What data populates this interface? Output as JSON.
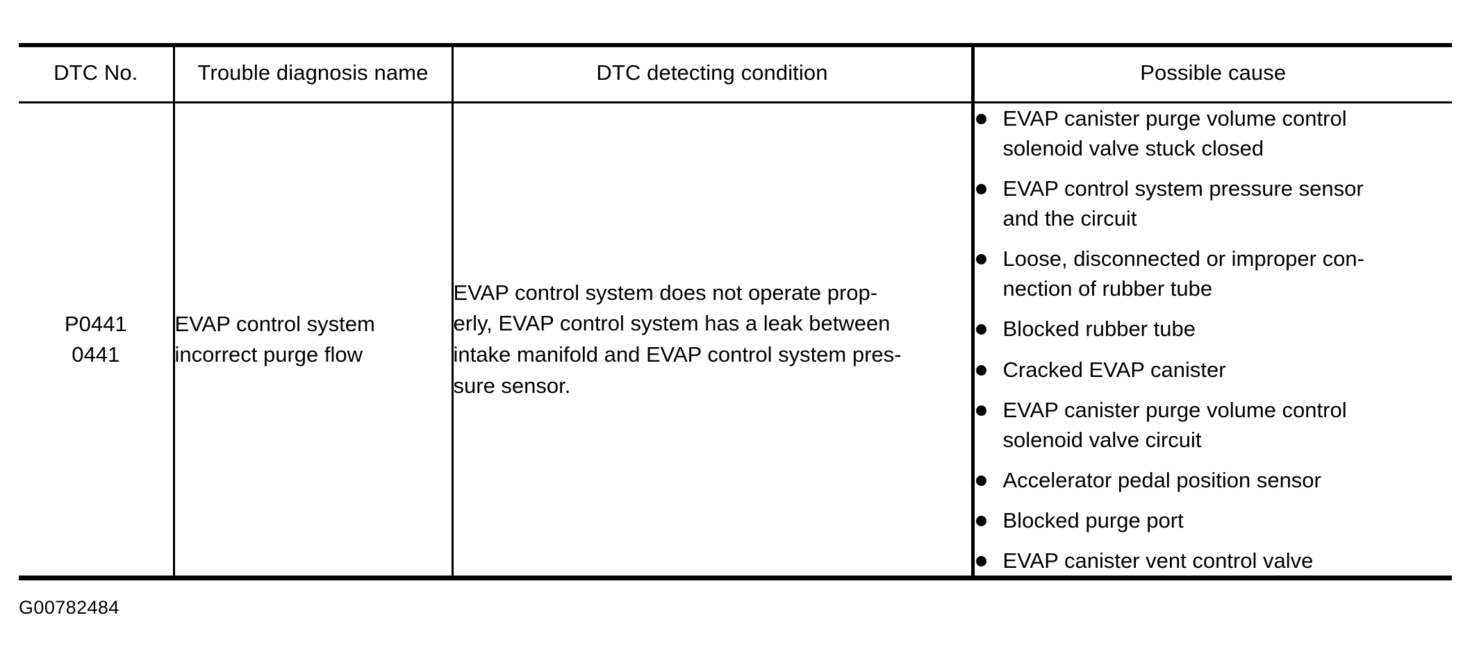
{
  "table": {
    "headers": [
      {
        "label": "DTC No."
      },
      {
        "label": "Trouble diagnosis name"
      },
      {
        "label": "DTC detecting condition"
      },
      {
        "label": "Possible cause"
      }
    ],
    "rows": [
      {
        "dtc_no": [
          "P0441",
          "0441"
        ],
        "trouble_diagnosis_name": [
          "EVAP control system",
          "incorrect purge flow"
        ],
        "dtc_detecting_condition": [
          "EVAP control system does not operate prop-",
          "erly, EVAP control system has a leak between",
          "intake manifold and EVAP control system pres-",
          "sure sensor."
        ],
        "possible_causes": [
          {
            "lines": [
              "EVAP canister purge volume control",
              "solenoid valve stuck closed"
            ]
          },
          {
            "lines": [
              "EVAP control system pressure sensor",
              "and the circuit"
            ]
          },
          {
            "lines": [
              "Loose, disconnected or improper con-",
              "nection of rubber tube"
            ]
          },
          {
            "lines": [
              "Blocked rubber tube"
            ]
          },
          {
            "lines": [
              "Cracked EVAP canister"
            ]
          },
          {
            "lines": [
              "EVAP canister purge volume control",
              "solenoid valve circuit"
            ]
          },
          {
            "lines": [
              "Accelerator pedal position sensor"
            ]
          },
          {
            "lines": [
              "Blocked purge port"
            ]
          },
          {
            "lines": [
              "EVAP canister vent control valve"
            ]
          }
        ]
      }
    ]
  },
  "footer": {
    "figure_id": "G00782484"
  },
  "colors": {
    "ink": "#000000",
    "paper": "#ffffff"
  }
}
